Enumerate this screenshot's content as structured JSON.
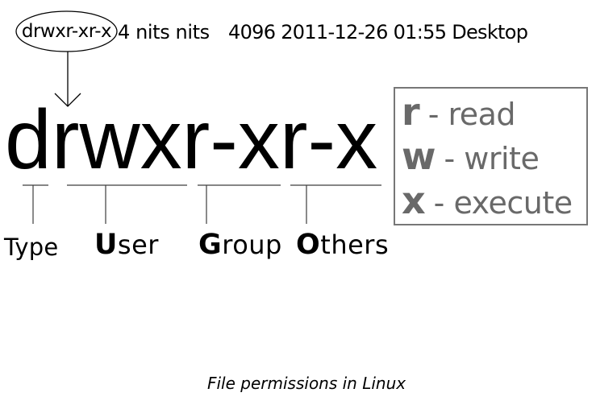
{
  "listing_line": {
    "permissions": "drwxr-xr-x",
    "links_owner_group": "4 nits nits",
    "size_date_name": "4096 2011-12-26 01:55 Desktop"
  },
  "permission_string": "drwxr-xr-x",
  "segment_labels": [
    {
      "initial": "",
      "rest": "Type"
    },
    {
      "initial": "U",
      "rest": "ser"
    },
    {
      "initial": "G",
      "rest": "roup"
    },
    {
      "initial": "O",
      "rest": "thers"
    }
  ],
  "legend": [
    {
      "letter": "r",
      "meaning": "- read"
    },
    {
      "letter": "w",
      "meaning": "- write"
    },
    {
      "letter": "x",
      "meaning": "- execute"
    }
  ],
  "caption": "File permissions in Linux",
  "colors": {
    "ink": "#000000",
    "legend_text": "#696969",
    "legend_border": "#777777",
    "bracket_line": "#3d3d3d"
  }
}
